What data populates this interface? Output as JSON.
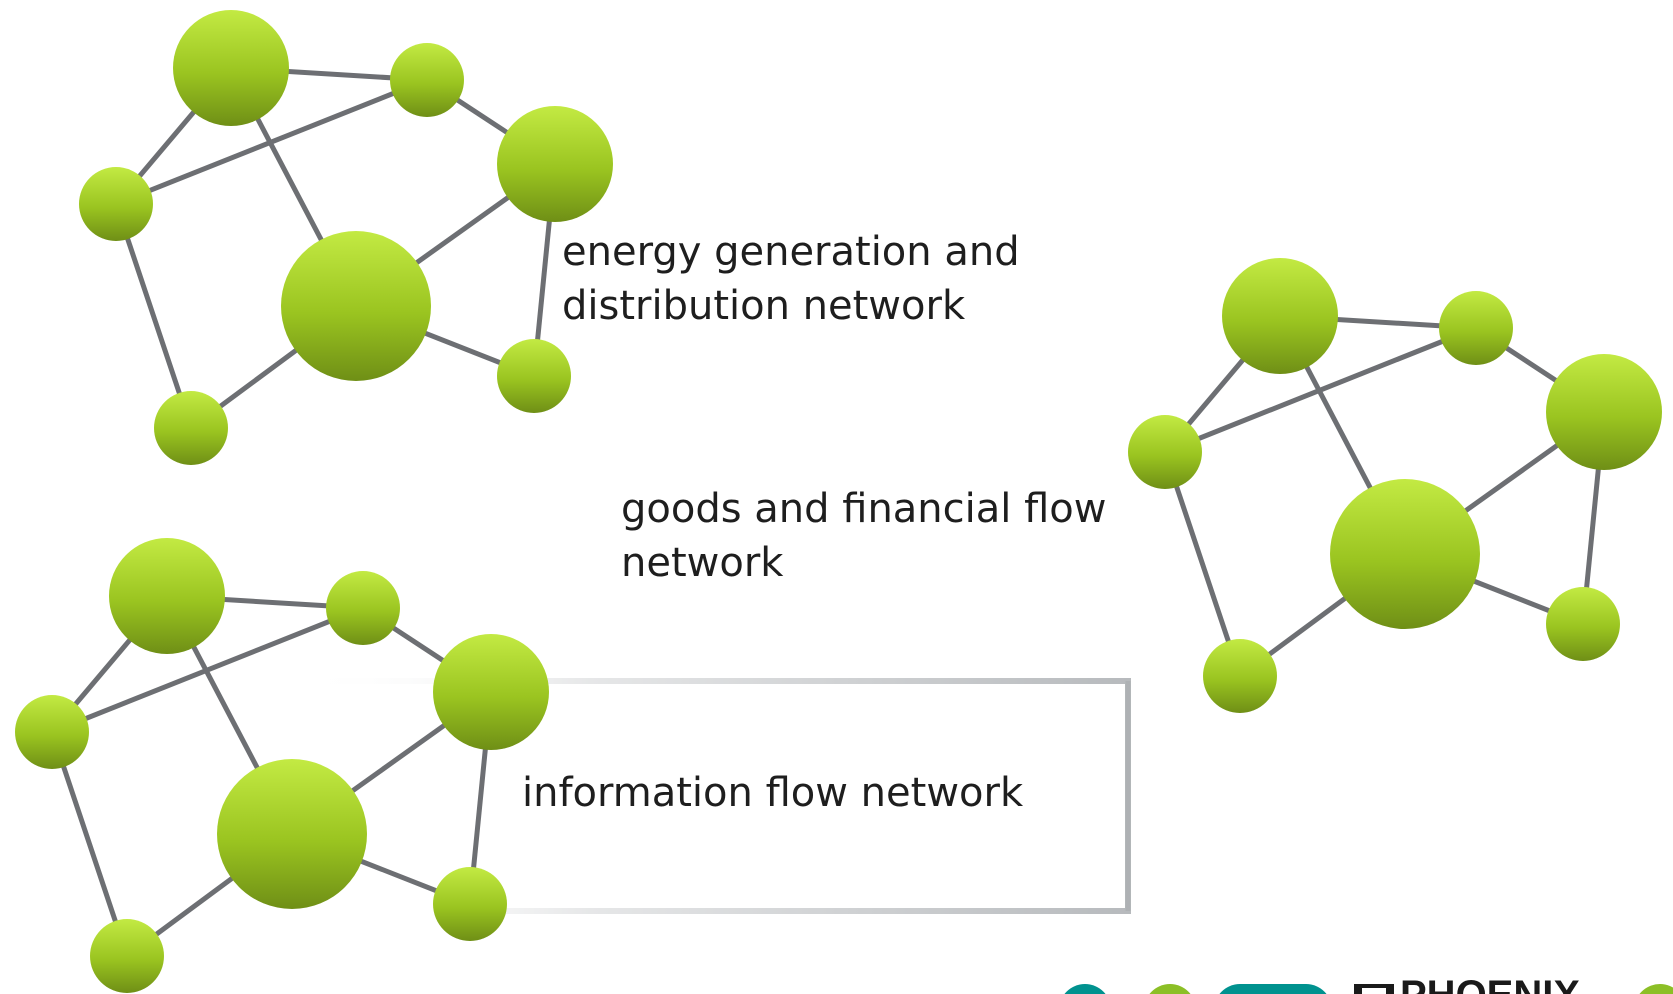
{
  "diagram": {
    "node_color": "#9ac420",
    "edge_color": "#6d6f73",
    "networks": [
      {
        "id": "energy",
        "label_lines": [
          "energy generation and",
          "distribution network"
        ]
      },
      {
        "id": "goods",
        "label_lines": [
          "goods and financial flow",
          "network"
        ]
      },
      {
        "id": "info",
        "label_lines": [
          "information flow network"
        ]
      }
    ]
  },
  "footer": {
    "logo_text": "PHOENIX",
    "logo_colors": [
      "#00928f",
      "#8cbf26"
    ]
  }
}
